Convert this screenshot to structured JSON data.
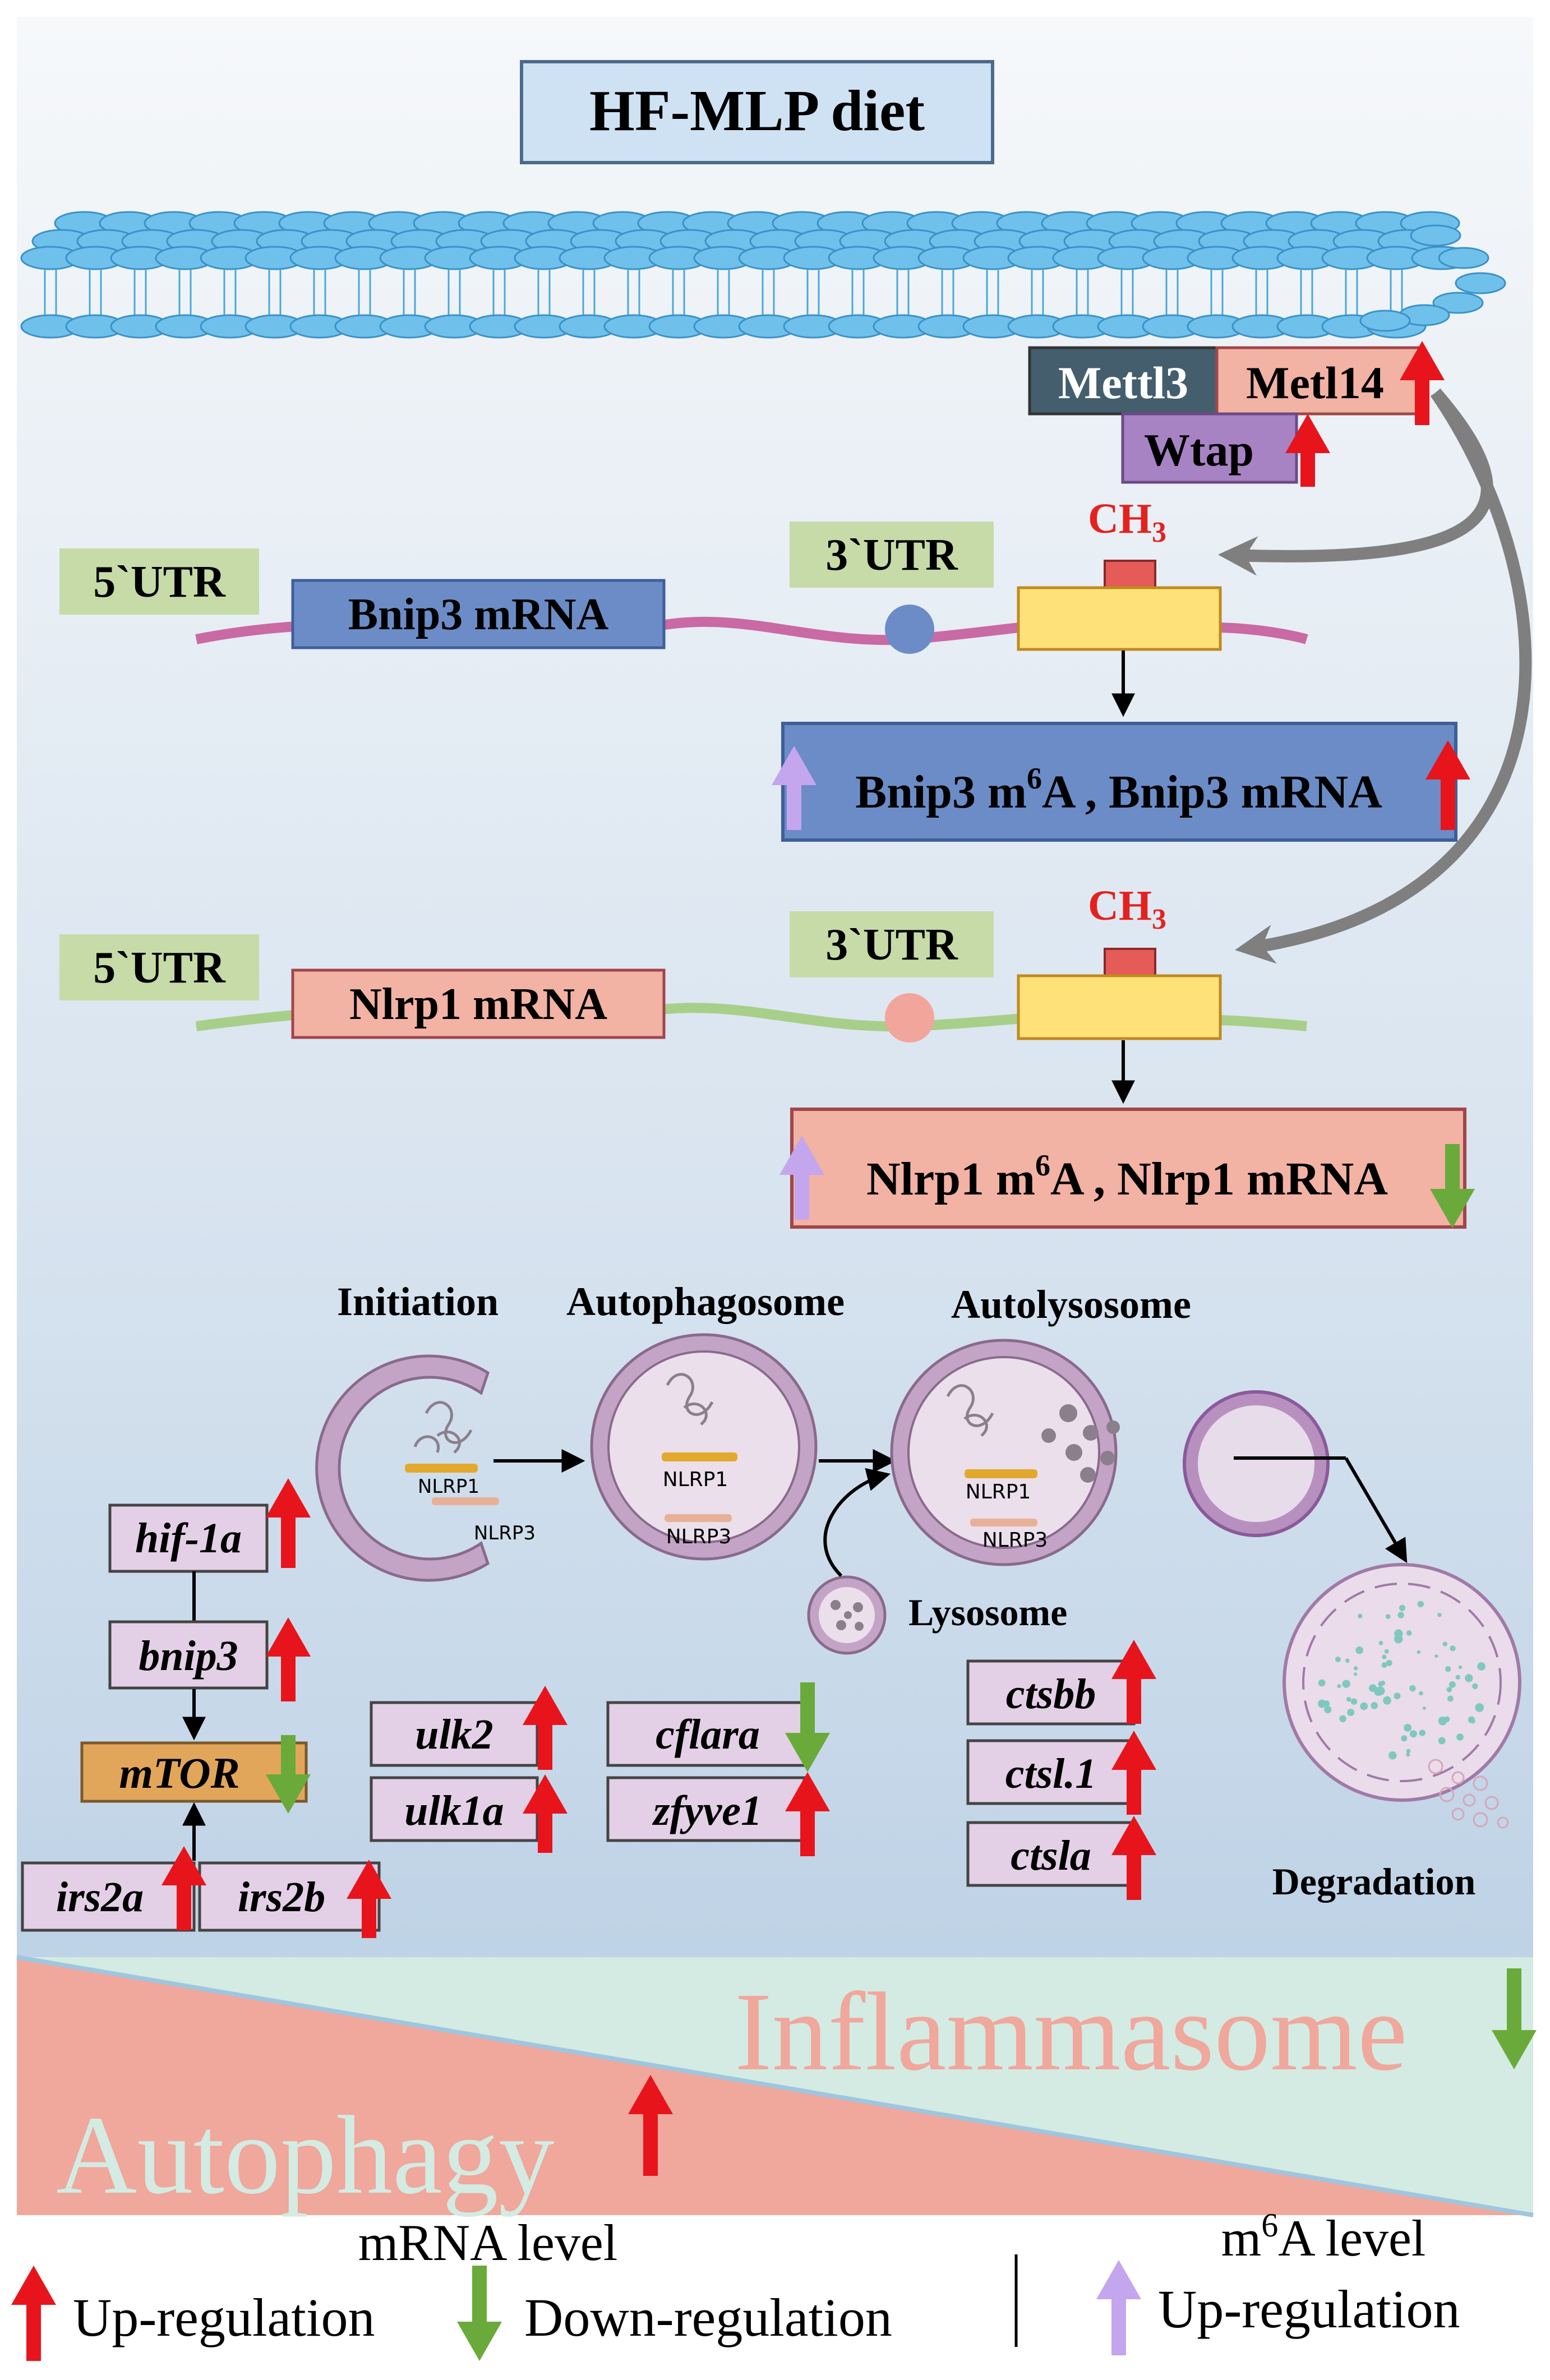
{
  "title": "HF-MLP diet",
  "complex": {
    "mettl3": "Mettl3",
    "metl14": "Metl14",
    "wtap": "Wtap"
  },
  "bnip3_row": {
    "utr5": "5`UTR",
    "mrna": "Bnip3 mRNA",
    "utr3": "3`UTR",
    "ch3": "CH",
    "ch3_sub": "3",
    "result_a": "Bnip3 m",
    "result_sup": "6",
    "result_b": "A , Bnip3 mRNA"
  },
  "nlrp1_row": {
    "utr5": "5`UTR",
    "mrna": "Nlrp1 mRNA",
    "utr3": "3`UTR",
    "ch3": "CH",
    "ch3_sub": "3",
    "result_a": "Nlrp1 m",
    "result_sup": "6",
    "result_b": "A , Nlrp1 mRNA"
  },
  "stages": {
    "initiation": "Initiation",
    "autophagosome": "Autophagosome",
    "autolysosome": "Autolysosome",
    "lysosome": "Lysosome",
    "degradation": "Degradation",
    "nlrp1": "NLRP1",
    "nlrp3": "NLRP3"
  },
  "genes": {
    "hif1a": "hif-1a",
    "bnip3": "bnip3",
    "mtor": "mTOR",
    "irs2a": "irs2a",
    "irs2b": "irs2b",
    "ulk2": "ulk2",
    "ulk1a": "ulk1a",
    "cflara": "cflara",
    "zfyve1": "zfyve1",
    "ctsbb": "ctsbb",
    "ctsl1": "ctsl.1",
    "ctsla": "ctsla"
  },
  "banner": {
    "inflammasome": "Inflammasome",
    "autophagy": "Autophagy"
  },
  "legend": {
    "mrna_level": "mRNA level",
    "up": "Up-regulation",
    "down": "Down-regulation",
    "m6a_a": "m",
    "m6a_sup": "6",
    "m6a_b": "A level",
    "m6a_up": "Up-regulation"
  },
  "colors": {
    "up_arrow": "#e8141c",
    "down_arrow": "#6aaa3a",
    "m6a_arrow": "#c4a6ee",
    "bnip3_box": "#6b8cc6",
    "nlrp1_box": "#f2b2a4",
    "gene_box": "#e3cfe6",
    "mtor_box": "#e2a65b",
    "utr_box": "#c6dba8",
    "ch3_text": "#e3221e"
  }
}
